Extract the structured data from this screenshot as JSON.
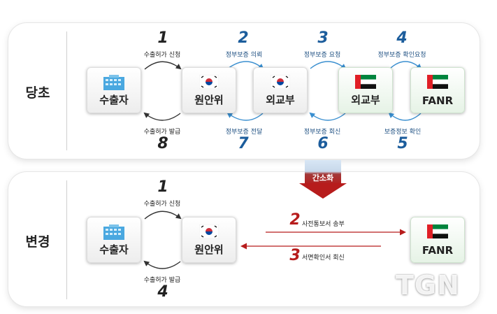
{
  "colors": {
    "blue_arrow": "#3a8fd0",
    "black_arrow": "#333333",
    "red_accent": "#b71c1c",
    "blue_number": "#1c5d9c"
  },
  "before": {
    "label": "당초",
    "nodes": {
      "exporter": "수출자",
      "nssc": "원안위",
      "mofa_kr": "외교부",
      "mofa_uae": "외교부",
      "fanr": "FANR"
    },
    "steps": [
      {
        "num": "1",
        "text": "수출허가 신청"
      },
      {
        "num": "2",
        "text": "정부보증 의뢰"
      },
      {
        "num": "3",
        "text": "정부보증 요청"
      },
      {
        "num": "4",
        "text": "정부보증 확인요청"
      },
      {
        "num": "5",
        "text": "보증정보 확인"
      },
      {
        "num": "6",
        "text": "정부보증 회신"
      },
      {
        "num": "7",
        "text": "정부보증 전달"
      },
      {
        "num": "8",
        "text": "수출허가 발급"
      }
    ]
  },
  "simplify_label": "간소화",
  "after": {
    "label": "변경",
    "nodes": {
      "exporter": "수출자",
      "nssc": "원안위",
      "fanr": "FANR"
    },
    "steps": [
      {
        "num": "1",
        "text": "수출허가 신청"
      },
      {
        "num": "2",
        "text": "사전통보서 송부"
      },
      {
        "num": "3",
        "text": "서면확인서 회신"
      },
      {
        "num": "4",
        "text": "수출허가 발급"
      }
    ]
  },
  "watermark": "TGN"
}
